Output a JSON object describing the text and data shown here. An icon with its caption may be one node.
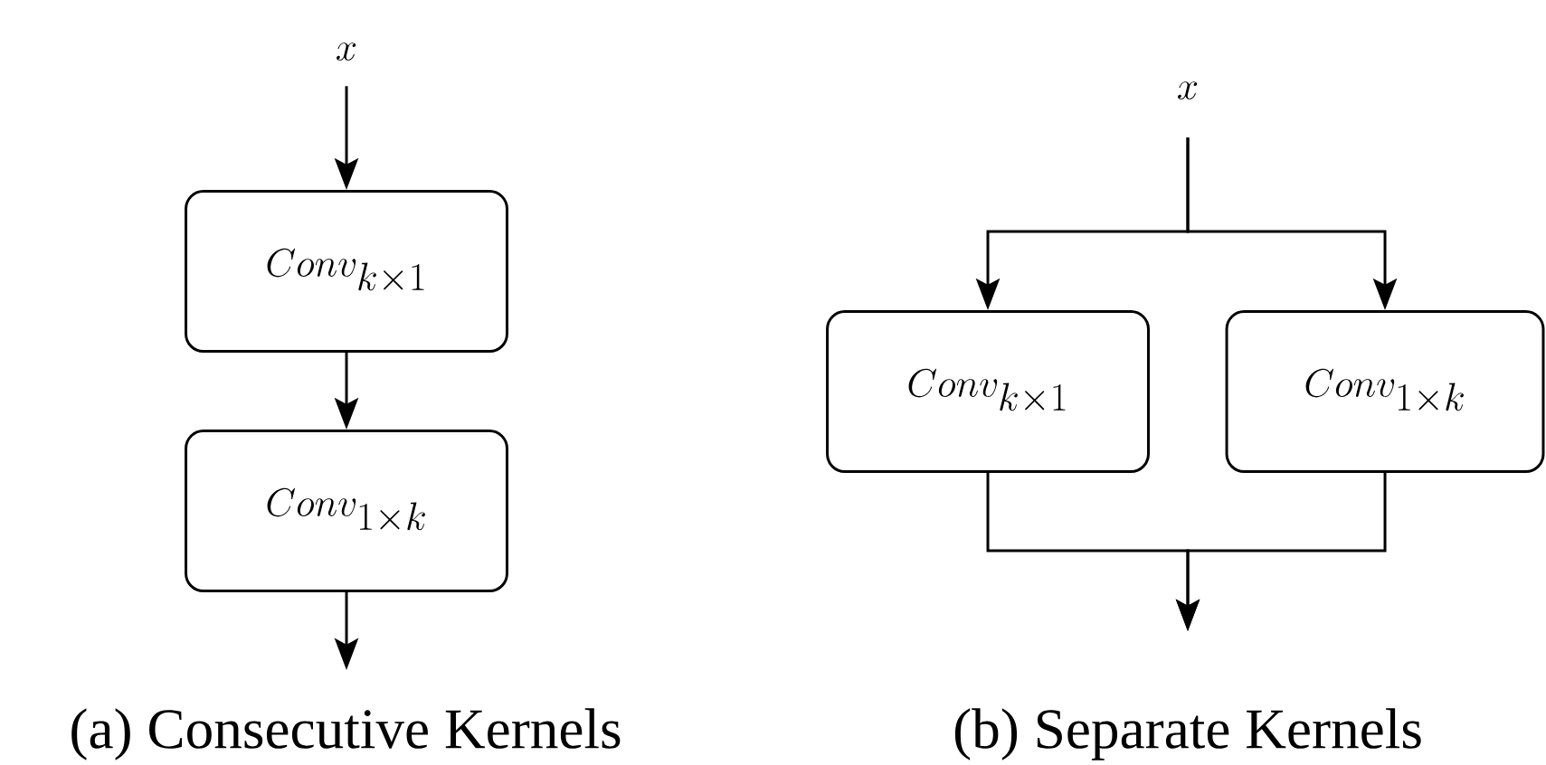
{
  "diagram": {
    "nodes": [
      {
        "text": [
          "x"
        ]
      },
      {
        "text": [
          "Conv_{k\\times 1}"
        ]
      },
      {
        "text": [
          "Conv_{1\\times k}"
        ]
      },
      {
        "text": [
          "x"
        ]
      },
      {
        "text": [
          "Conv_{k\\times 1}"
        ]
      },
      {
        "text": [
          "Conv_{1\\times k}"
        ]
      }
    ],
    "edges": [
      {
        "from": 0,
        "to": 1,
        "arrow": "to"
      },
      {
        "from": 1,
        "to": 2,
        "arrow": "to"
      },
      {
        "from": 2,
        "to": null,
        "arrow": "to"
      },
      {
        "from": 3,
        "to": 4,
        "arrow": "to"
      },
      {
        "from": 3,
        "to": 5,
        "arrow": "to"
      },
      {
        "from": 4,
        "to": null,
        "arrow": "to"
      },
      {
        "from": 5,
        "to": null,
        "arrow": "to"
      }
    ],
    "labels": [
      "(a) Consecutive Kernels",
      "(b) Separate Kernels"
    ]
  }
}
